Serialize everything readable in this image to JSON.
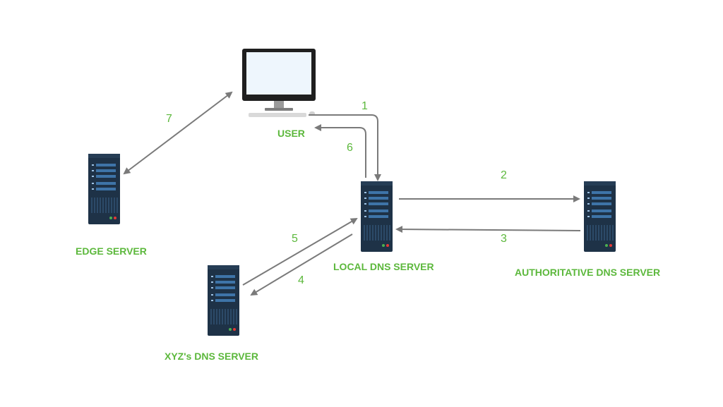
{
  "colors": {
    "label": "#5cb83c",
    "arrow": "#7a7a7a",
    "server_body": "#1e3247",
    "server_slot": "#3e74a8",
    "monitor_frame": "#1f1f1f",
    "monitor_screen": "#eef6fd"
  },
  "nodes": {
    "user": {
      "label": "USER",
      "icon": "desktop-computer-icon"
    },
    "edge": {
      "label": "EDGE SERVER",
      "icon": "server-icon"
    },
    "local_dns": {
      "label": "LOCAL DNS SERVER",
      "icon": "server-icon"
    },
    "authoritative_dns": {
      "label": "AUTHORITATIVE DNS SERVER",
      "icon": "server-icon"
    },
    "xyz_dns": {
      "label": "XYZ's DNS SERVER",
      "icon": "server-icon"
    }
  },
  "steps": [
    {
      "id": "1",
      "label": "1",
      "from": "user",
      "to": "local_dns"
    },
    {
      "id": "2",
      "label": "2",
      "from": "local_dns",
      "to": "authoritative_dns"
    },
    {
      "id": "3",
      "label": "3",
      "from": "authoritative_dns",
      "to": "local_dns"
    },
    {
      "id": "4",
      "label": "4",
      "from": "local_dns",
      "to": "xyz_dns"
    },
    {
      "id": "5",
      "label": "5",
      "from": "xyz_dns",
      "to": "local_dns"
    },
    {
      "id": "6",
      "label": "6",
      "from": "local_dns",
      "to": "user"
    },
    {
      "id": "7",
      "label": "7",
      "from": "user",
      "to": "edge",
      "bidirectional": true
    }
  ]
}
